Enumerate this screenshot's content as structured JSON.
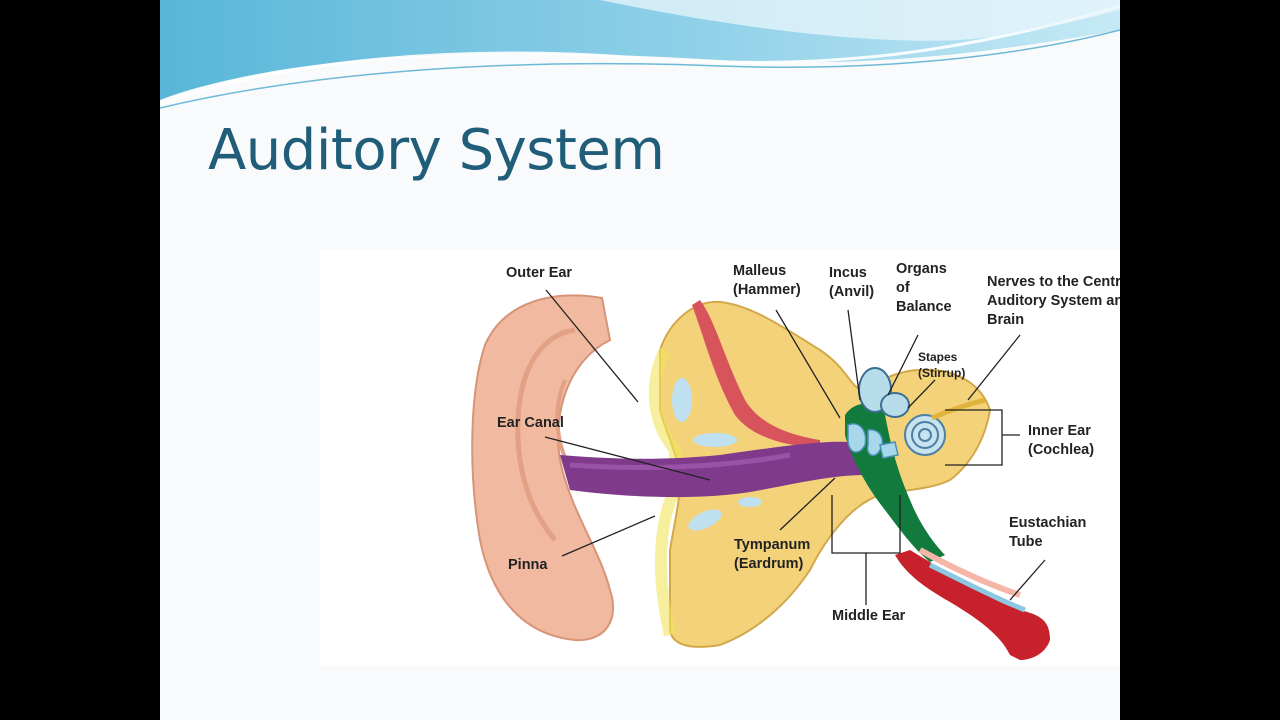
{
  "slide": {
    "title": "Auditory System"
  },
  "diagram": {
    "labels": {
      "outer_ear": "Outer Ear",
      "malleus": "Malleus\n(Hammer)",
      "incus": "Incus\n(Anvil)",
      "organs_balance": "Organs\nof\nBalance",
      "nerves": "Nerves to the Central\nAuditory System and\nBrain",
      "stapes": "Stapes\n(Stirrup)",
      "inner_ear": "Inner Ear\n(Cochlea)",
      "ear_canal": "Ear Canal",
      "tympanum": "Tympanum\n(Eardrum)",
      "pinna": "Pinna",
      "middle_ear": "Middle Ear",
      "eustachian": "Eustachian\nTube"
    }
  },
  "colors": {
    "title": "#1f5d78",
    "banner": "#5bb8d9",
    "slide_bg": "#f9fafb"
  }
}
